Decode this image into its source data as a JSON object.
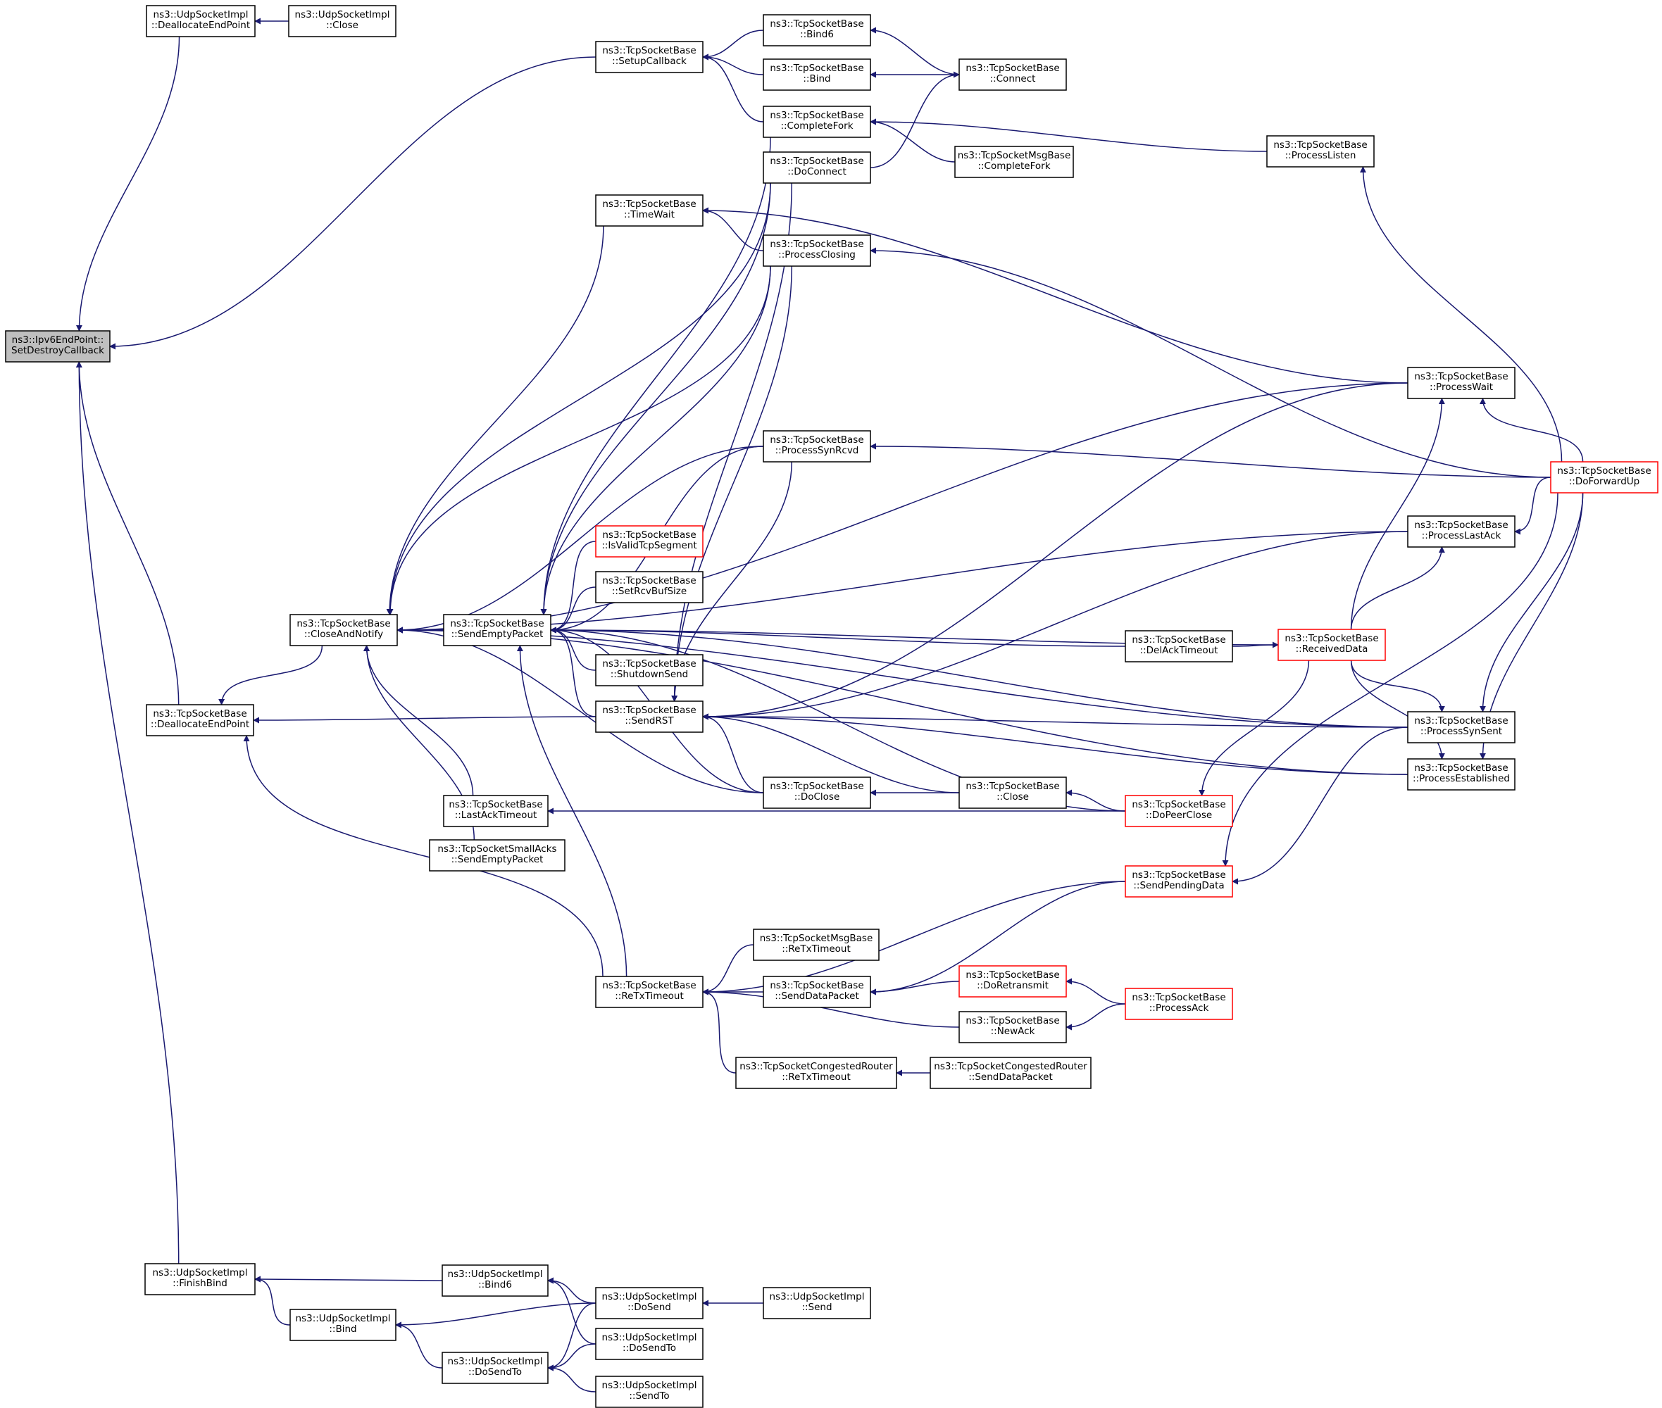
{
  "nodes": [
    {
      "id": "root",
      "lines": [
        "ns3::Ipv6EndPoint::",
        "SetDestroyCallback"
      ],
      "root": true
    },
    {
      "id": "udp_dealloc",
      "lines": [
        "ns3::UdpSocketImpl",
        "::DeallocateEndPoint"
      ]
    },
    {
      "id": "udp_close",
      "lines": [
        "ns3::UdpSocketImpl",
        "::Close"
      ]
    },
    {
      "id": "tcp_setup",
      "lines": [
        "ns3::TcpSocketBase",
        "::SetupCallback"
      ]
    },
    {
      "id": "tcp_bind6",
      "lines": [
        "ns3::TcpSocketBase",
        "::Bind6"
      ]
    },
    {
      "id": "tcp_bind",
      "lines": [
        "ns3::TcpSocketBase",
        "::Bind"
      ]
    },
    {
      "id": "tcp_connect",
      "lines": [
        "ns3::TcpSocketBase",
        "::Connect"
      ]
    },
    {
      "id": "tcp_completefork",
      "lines": [
        "ns3::TcpSocketBase",
        "::CompleteFork"
      ]
    },
    {
      "id": "msg_completefork",
      "lines": [
        "ns3::TcpSocketMsgBase",
        "::CompleteFork"
      ]
    },
    {
      "id": "tcp_doconnect",
      "lines": [
        "ns3::TcpSocketBase",
        "::DoConnect"
      ]
    },
    {
      "id": "tcp_processlisten",
      "lines": [
        "ns3::TcpSocketBase",
        "::ProcessListen"
      ]
    },
    {
      "id": "tcp_timewait",
      "lines": [
        "ns3::TcpSocketBase",
        "::TimeWait"
      ]
    },
    {
      "id": "tcp_processclosing",
      "lines": [
        "ns3::TcpSocketBase",
        "::ProcessClosing"
      ]
    },
    {
      "id": "tcp_processwait",
      "lines": [
        "ns3::TcpSocketBase",
        "::ProcessWait"
      ]
    },
    {
      "id": "tcp_processsynrcvd",
      "lines": [
        "ns3::TcpSocketBase",
        "::ProcessSynRcvd"
      ]
    },
    {
      "id": "tcp_doforwardup",
      "lines": [
        "ns3::TcpSocketBase",
        "::DoForwardUp"
      ],
      "red": true
    },
    {
      "id": "tcp_isvalid",
      "lines": [
        "ns3::TcpSocketBase",
        "::IsValidTcpSegment"
      ],
      "red": true
    },
    {
      "id": "tcp_processlastack",
      "lines": [
        "ns3::TcpSocketBase",
        "::ProcessLastAck"
      ]
    },
    {
      "id": "tcp_setrcvbuf",
      "lines": [
        "ns3::TcpSocketBase",
        "::SetRcvBufSize"
      ]
    },
    {
      "id": "tcp_closeandnotify",
      "lines": [
        "ns3::TcpSocketBase",
        "::CloseAndNotify"
      ]
    },
    {
      "id": "tcp_sendempty",
      "lines": [
        "ns3::TcpSocketBase",
        "::SendEmptyPacket"
      ]
    },
    {
      "id": "tcp_delack",
      "lines": [
        "ns3::TcpSocketBase",
        "::DelAckTimeout"
      ]
    },
    {
      "id": "tcp_receiveddata",
      "lines": [
        "ns3::TcpSocketBase",
        "::ReceivedData"
      ],
      "red": true
    },
    {
      "id": "tcp_shutdownsend",
      "lines": [
        "ns3::TcpSocketBase",
        "::ShutdownSend"
      ]
    },
    {
      "id": "tcp_dealloc",
      "lines": [
        "ns3::TcpSocketBase",
        "::DeallocateEndPoint"
      ]
    },
    {
      "id": "tcp_sendrst",
      "lines": [
        "ns3::TcpSocketBase",
        "::SendRST"
      ]
    },
    {
      "id": "tcp_processsynsent",
      "lines": [
        "ns3::TcpSocketBase",
        "::ProcessSynSent"
      ]
    },
    {
      "id": "tcp_processestablished",
      "lines": [
        "ns3::TcpSocketBase",
        "::ProcessEstablished"
      ]
    },
    {
      "id": "tcp_doclose",
      "lines": [
        "ns3::TcpSocketBase",
        "::DoClose"
      ]
    },
    {
      "id": "tcp_close",
      "lines": [
        "ns3::TcpSocketBase",
        "::Close"
      ]
    },
    {
      "id": "tcp_dopeerclose",
      "lines": [
        "ns3::TcpSocketBase",
        "::DoPeerClose"
      ],
      "red": true
    },
    {
      "id": "tcp_lastacktimeout",
      "lines": [
        "ns3::TcpSocketBase",
        "::LastAckTimeout"
      ]
    },
    {
      "id": "smallacks_sendempty",
      "lines": [
        "ns3::TcpSocketSmallAcks",
        "::SendEmptyPacket"
      ]
    },
    {
      "id": "tcp_sendpending",
      "lines": [
        "ns3::TcpSocketBase",
        "::SendPendingData"
      ],
      "red": true
    },
    {
      "id": "msg_retx",
      "lines": [
        "ns3::TcpSocketMsgBase",
        "::ReTxTimeout"
      ]
    },
    {
      "id": "tcp_retx",
      "lines": [
        "ns3::TcpSocketBase",
        "::ReTxTimeout"
      ]
    },
    {
      "id": "tcp_senddatapacket",
      "lines": [
        "ns3::TcpSocketBase",
        "::SendDataPacket"
      ]
    },
    {
      "id": "tcp_doretransmit",
      "lines": [
        "ns3::TcpSocketBase",
        "::DoRetransmit"
      ],
      "red": true
    },
    {
      "id": "tcp_processack",
      "lines": [
        "ns3::TcpSocketBase",
        "::ProcessAck"
      ],
      "red": true
    },
    {
      "id": "tcp_newack",
      "lines": [
        "ns3::TcpSocketBase",
        "::NewAck"
      ]
    },
    {
      "id": "congested_retx",
      "lines": [
        "ns3::TcpSocketCongestedRouter",
        "::ReTxTimeout"
      ]
    },
    {
      "id": "congested_senddata",
      "lines": [
        "ns3::TcpSocketCongestedRouter",
        "::SendDataPacket"
      ]
    },
    {
      "id": "udp_finishbind",
      "lines": [
        "ns3::UdpSocketImpl",
        "::FinishBind"
      ]
    },
    {
      "id": "udp_bind6",
      "lines": [
        "ns3::UdpSocketImpl",
        "::Bind6"
      ]
    },
    {
      "id": "udp_dosend",
      "lines": [
        "ns3::UdpSocketImpl",
        "::DoSend"
      ]
    },
    {
      "id": "udp_send",
      "lines": [
        "ns3::UdpSocketImpl",
        "::Send"
      ]
    },
    {
      "id": "udp_bind",
      "lines": [
        "ns3::UdpSocketImpl",
        "::Bind"
      ]
    },
    {
      "id": "udp_dosendto",
      "lines": [
        "ns3::UdpSocketImpl",
        "::DoSendTo"
      ]
    },
    {
      "id": "udp_dosendto2",
      "lines": [
        "ns3::UdpSocketImpl",
        "::DoSendTo"
      ]
    },
    {
      "id": "udp_sendto",
      "lines": [
        "ns3::UdpSocketImpl",
        "::SendTo"
      ]
    }
  ],
  "edges": [
    [
      "udp_dealloc",
      "root"
    ],
    [
      "tcp_setup",
      "root"
    ],
    [
      "tcp_dealloc",
      "root"
    ],
    [
      "udp_finishbind",
      "root"
    ],
    [
      "udp_close",
      "udp_dealloc"
    ],
    [
      "tcp_bind6",
      "tcp_setup"
    ],
    [
      "tcp_bind",
      "tcp_setup"
    ],
    [
      "tcp_completefork",
      "tcp_setup"
    ],
    [
      "tcp_connect",
      "tcp_bind6"
    ],
    [
      "tcp_connect",
      "tcp_bind"
    ],
    [
      "tcp_doconnect",
      "tcp_connect"
    ],
    [
      "msg_completefork",
      "tcp_completefork"
    ],
    [
      "tcp_processlisten",
      "tcp_completefork"
    ],
    [
      "tcp_doforwardup",
      "tcp_processlisten"
    ],
    [
      "tcp_processwait",
      "tcp_timewait"
    ],
    [
      "tcp_processclosing",
      "tcp_timewait"
    ],
    [
      "tcp_doforwardup",
      "tcp_processclosing"
    ],
    [
      "tcp_doforwardup",
      "tcp_processsynrcvd"
    ],
    [
      "tcp_doforwardup",
      "tcp_processwait"
    ],
    [
      "tcp_doforwardup",
      "tcp_processlastack"
    ],
    [
      "tcp_doforwardup",
      "tcp_processsynsent"
    ],
    [
      "tcp_doforwardup",
      "tcp_processestablished"
    ],
    [
      "tcp_receiveddata",
      "tcp_processwait"
    ],
    [
      "tcp_receiveddata",
      "tcp_processlastack"
    ],
    [
      "tcp_receiveddata",
      "tcp_processsynsent"
    ],
    [
      "tcp_receiveddata",
      "tcp_processestablished"
    ],
    [
      "tcp_receiveddata",
      "tcp_dopeerclose"
    ],
    [
      "tcp_delack",
      "tcp_receiveddata"
    ],
    [
      "tcp_closeandnotify",
      "tcp_dealloc"
    ],
    [
      "tcp_sendempty",
      "tcp_closeandnotify"
    ],
    [
      "tcp_doconnect",
      "tcp_closeandnotify"
    ],
    [
      "tcp_timewait",
      "tcp_closeandnotify"
    ],
    [
      "tcp_processclosing",
      "tcp_closeandnotify"
    ],
    [
      "tcp_processwait",
      "tcp_closeandnotify"
    ],
    [
      "tcp_processsynrcvd",
      "tcp_closeandnotify"
    ],
    [
      "tcp_processlastack",
      "tcp_closeandnotify"
    ],
    [
      "tcp_doclose",
      "tcp_closeandnotify"
    ],
    [
      "tcp_lastacktimeout",
      "tcp_closeandnotify"
    ],
    [
      "smallacks_sendempty",
      "tcp_closeandnotify"
    ],
    [
      "tcp_processsynsent",
      "tcp_closeandnotify"
    ],
    [
      "tcp_processestablished",
      "tcp_closeandnotify"
    ],
    [
      "tcp_completefork",
      "tcp_sendempty"
    ],
    [
      "tcp_doconnect",
      "tcp_sendempty"
    ],
    [
      "tcp_processclosing",
      "tcp_sendempty"
    ],
    [
      "tcp_processsynrcvd",
      "tcp_sendempty"
    ],
    [
      "tcp_isvalid",
      "tcp_sendempty"
    ],
    [
      "tcp_setrcvbuf",
      "tcp_sendempty"
    ],
    [
      "tcp_shutdownsend",
      "tcp_sendempty"
    ],
    [
      "tcp_sendrst",
      "tcp_sendempty"
    ],
    [
      "tcp_delack",
      "tcp_sendempty"
    ],
    [
      "tcp_receiveddata",
      "tcp_sendempty"
    ],
    [
      "tcp_doclose",
      "tcp_sendempty"
    ],
    [
      "tcp_dopeerclose",
      "tcp_sendempty"
    ],
    [
      "tcp_retx",
      "tcp_sendempty"
    ],
    [
      "tcp_processsynsent",
      "tcp_sendempty"
    ],
    [
      "tcp_doconnect",
      "tcp_sendrst"
    ],
    [
      "tcp_processclosing",
      "tcp_sendrst"
    ],
    [
      "tcp_processsynrcvd",
      "tcp_sendrst"
    ],
    [
      "tcp_processwait",
      "tcp_sendrst"
    ],
    [
      "tcp_processlastack",
      "tcp_sendrst"
    ],
    [
      "tcp_processsynsent",
      "tcp_sendrst"
    ],
    [
      "tcp_processestablished",
      "tcp_sendrst"
    ],
    [
      "tcp_doclose",
      "tcp_sendrst"
    ],
    [
      "tcp_close",
      "tcp_sendrst"
    ],
    [
      "tcp_close",
      "tcp_doclose"
    ],
    [
      "tcp_dopeerclose",
      "tcp_close"
    ],
    [
      "tcp_dopeerclose",
      "tcp_lastacktimeout"
    ],
    [
      "tcp_sendrst",
      "tcp_dealloc"
    ],
    [
      "tcp_retx",
      "tcp_dealloc"
    ],
    [
      "msg_retx",
      "tcp_retx"
    ],
    [
      "tcp_senddatapacket",
      "tcp_retx"
    ],
    [
      "tcp_newack",
      "tcp_retx"
    ],
    [
      "congested_retx",
      "tcp_retx"
    ],
    [
      "tcp_sendpending",
      "tcp_retx"
    ],
    [
      "tcp_sendpending",
      "tcp_senddatapacket"
    ],
    [
      "tcp_doretransmit",
      "tcp_senddatapacket"
    ],
    [
      "tcp_processack",
      "tcp_doretransmit"
    ],
    [
      "tcp_processack",
      "tcp_newack"
    ],
    [
      "tcp_doforwardup",
      "tcp_sendpending"
    ],
    [
      "tcp_processsynsent",
      "tcp_sendpending"
    ],
    [
      "congested_senddata",
      "congested_retx"
    ],
    [
      "udp_bind6",
      "udp_finishbind"
    ],
    [
      "udp_bind",
      "udp_finishbind"
    ],
    [
      "udp_dosend",
      "udp_bind6"
    ],
    [
      "udp_dosendto2",
      "udp_bind6"
    ],
    [
      "udp_dosend",
      "udp_bind"
    ],
    [
      "udp_dosendto",
      "udp_bind"
    ],
    [
      "udp_send",
      "udp_dosend"
    ],
    [
      "udp_dosend",
      "udp_dosendto"
    ],
    [
      "udp_dosendto2",
      "udp_dosendto"
    ],
    [
      "udp_sendto",
      "udp_dosendto"
    ]
  ]
}
